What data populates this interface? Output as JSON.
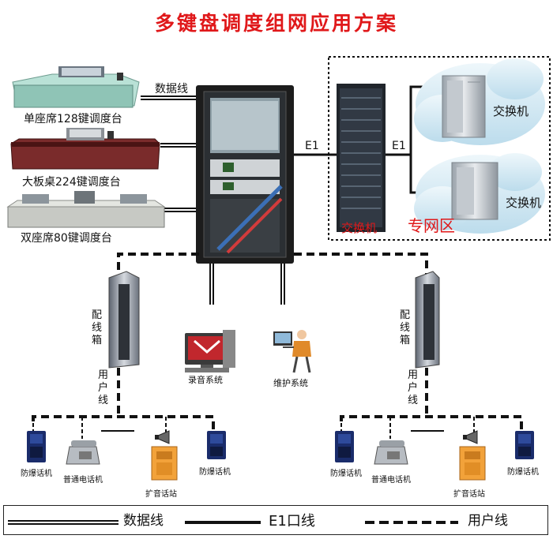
{
  "title": "多键盘调度组网应用方案",
  "consoles": {
    "single_seat": "单座席128键调度台",
    "big_desk": "大板桌224键调度台",
    "dual_seat": "双座席80键调度台"
  },
  "link_labels": {
    "data_line": "数据线",
    "e1_left": "E1",
    "e1_right": "E1"
  },
  "private_zone": {
    "switch_main": "交换机",
    "zone_label": "专网区",
    "switch_top": "交换机",
    "switch_bottom": "交换机"
  },
  "peripherals": {
    "recording": "录音系统",
    "maintenance": "维护系统"
  },
  "left_branch": {
    "distribution_box": "配线箱",
    "user_line": "用户线",
    "phones": {
      "explosion_proof_1": "防爆话机",
      "ordinary": "普通电话机",
      "pa_station": "扩音话站",
      "explosion_proof_2": "防爆话机"
    }
  },
  "right_branch": {
    "distribution_box": "配线箱",
    "user_line": "用户线",
    "phones": {
      "explosion_proof_1": "防爆话机",
      "ordinary": "普通电话机",
      "pa_station": "扩音话站",
      "explosion_proof_2": "防爆话机"
    }
  },
  "legend": {
    "data_line": "数据线",
    "e1_line": "E1口线",
    "user_line": "用户线"
  },
  "colors": {
    "title": "#e0181a",
    "zone_text": "#e0181a",
    "cabinet": "#1c1c1c",
    "cloud": "#d6ecf6",
    "console_green": "#b9e1d6",
    "console_red": "#7a2b2b",
    "phone_navy": "#1a2c6b",
    "pa_orange": "#f2a23a"
  },
  "icons": [
    "monitor-icon",
    "operator-icon",
    "explosion-proof-phone-icon",
    "desk-phone-icon",
    "pa-horn-icon",
    "pa-station-icon"
  ]
}
